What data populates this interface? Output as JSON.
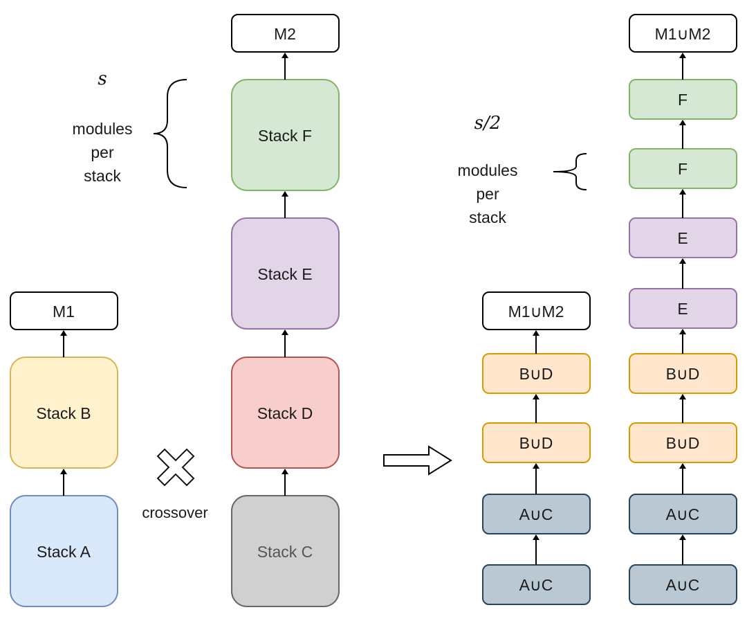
{
  "colors": {
    "blue_fill": "#dae8fc",
    "blue_stroke": "#6c8ebf",
    "yellow_fill": "#fff2cc",
    "yellow_stroke": "#d6b656",
    "red_fill": "#f8cecc",
    "red_stroke": "#b85450",
    "purple_fill": "#e1d5e7",
    "purple_stroke": "#9673a6",
    "green_fill": "#d5e8d4",
    "green_stroke": "#82b366",
    "grey_fill": "#d0d0d0",
    "grey_stroke": "#666666",
    "orange_fill": "#ffe6cc",
    "orange_stroke": "#d79b00",
    "slate_fill": "#bac8d3",
    "slate_stroke": "#23445d"
  },
  "parent1": {
    "output": "M1",
    "stack_a": "Stack A",
    "stack_b": "Stack B"
  },
  "parent2": {
    "output": "M2",
    "stack_c": "Stack C",
    "stack_d": "Stack D",
    "stack_e": "Stack E",
    "stack_f": "Stack F"
  },
  "crossover_label": "crossover",
  "annotation_left": {
    "math": "s",
    "line1": "modules",
    "line2": "per",
    "line3": "stack"
  },
  "annotation_right": {
    "math": "s/2",
    "line1": "modules",
    "line2": "per",
    "line3": "stack"
  },
  "child1": {
    "output": "M1∪M2",
    "modules": [
      "A∪C",
      "A∪C",
      "B∪D",
      "B∪D"
    ]
  },
  "child2": {
    "output": "M1∪M2",
    "modules": [
      "A∪C",
      "A∪C",
      "B∪D",
      "B∪D",
      "E",
      "E",
      "F",
      "F"
    ]
  }
}
